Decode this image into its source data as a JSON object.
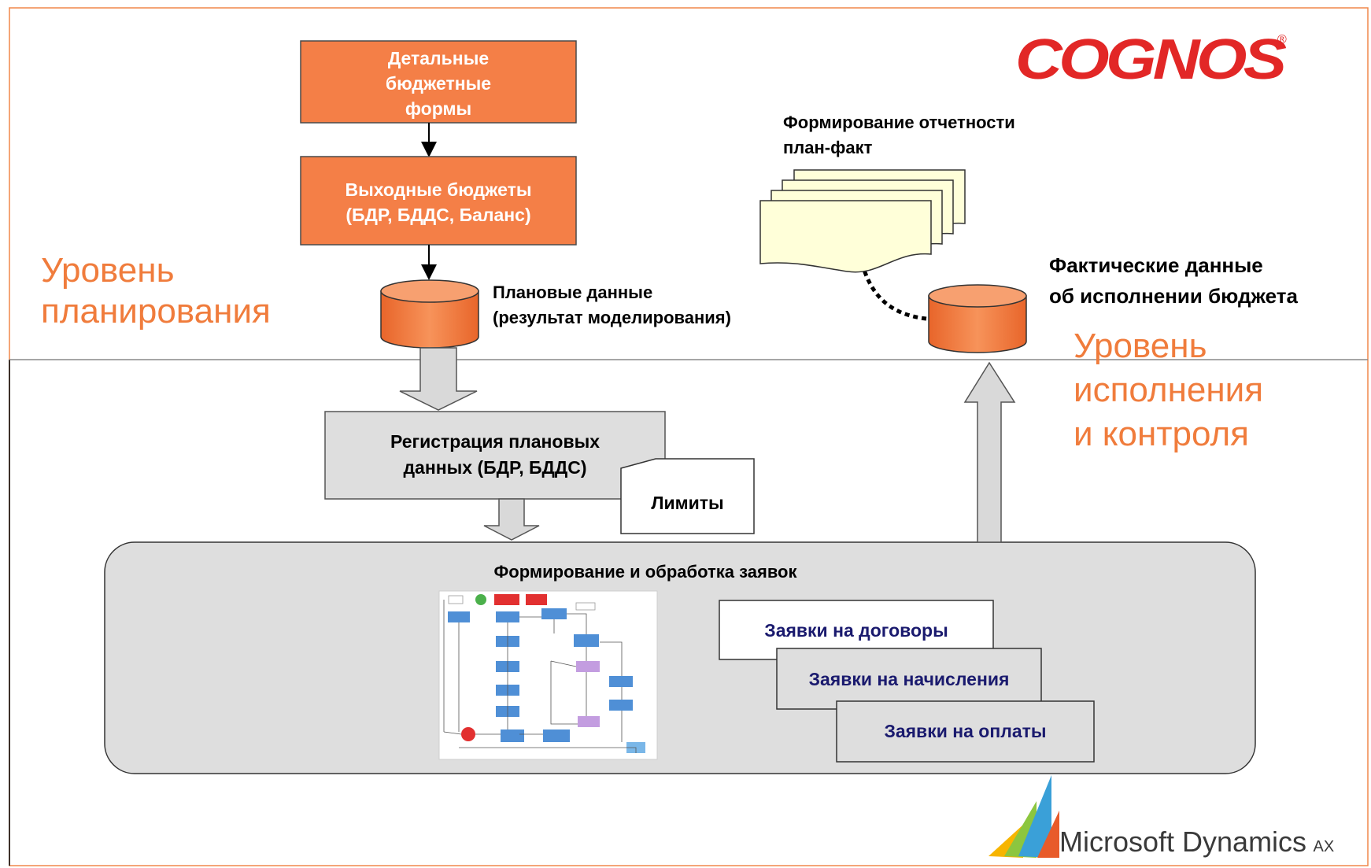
{
  "planning_level": {
    "label_line1": "Уровень",
    "label_line2": "планирования"
  },
  "execution_level": {
    "label_line1": "Уровень",
    "label_line2": "исполнения",
    "label_line3": "и контроля"
  },
  "cognos_logo": {
    "text": "COGNOS",
    "mark": "®",
    "color": "#e22726"
  },
  "boxes": {
    "detail_forms": {
      "line1": "Детальные",
      "line2": "бюджетные",
      "line3": "формы"
    },
    "output_budgets": {
      "line1": "Выходные бюджеты",
      "line2": "(БДР, БДДС, Баланс)"
    },
    "plan_data": {
      "line1": "Плановые данные",
      "line2": "(результат моделирования)"
    },
    "report": {
      "line1": "Формирование отчетности",
      "line2": "план-факт"
    },
    "actual_data": {
      "line1": "Фактические данные",
      "line2": "об исполнении бюджета"
    },
    "registration": {
      "line1": "Регистрация плановых",
      "line2": "данных (БДР, БДДС)"
    },
    "limits": {
      "label": "Лимиты"
    },
    "processing": {
      "title": "Формирование и обработка заявок"
    },
    "requests": [
      {
        "label": "Заявки на договоры"
      },
      {
        "label": "Заявки на начисления"
      },
      {
        "label": "Заявки на оплаты"
      }
    ]
  },
  "ms_logo": {
    "text": "Microsoft Dynamics",
    "suffix": "AX"
  },
  "colors": {
    "accent_orange": "#f47f47",
    "divider_orange": "#f0874a",
    "gray_box": "#dedede",
    "note_yellow": "#ffffd9",
    "navy": "#1a1a6e"
  }
}
